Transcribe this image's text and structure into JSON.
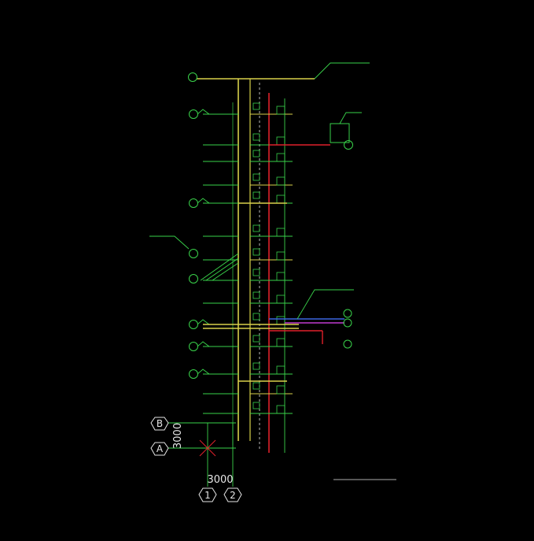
{
  "colors": {
    "background": "#000000",
    "riser_yellow": "#d8d04a",
    "riser_red": "#e0202a",
    "pipe_green": "#39d24a",
    "text_white": "#e6e6e6",
    "valve_magenta": "#c03ad0",
    "pipe_blue": "#3a66e0"
  },
  "grid": {
    "row_b": "B",
    "row_a": "A",
    "col_1": "1",
    "col_2": "2",
    "dim_vertical": "3000",
    "dim_horizontal": "3000"
  },
  "title_block": {
    "title": "",
    "scale": ""
  },
  "icons": [
    "grid-bubble",
    "riser-pipe",
    "branch-pipe",
    "valve-symbol",
    "fixture-circle",
    "cross-mark"
  ]
}
